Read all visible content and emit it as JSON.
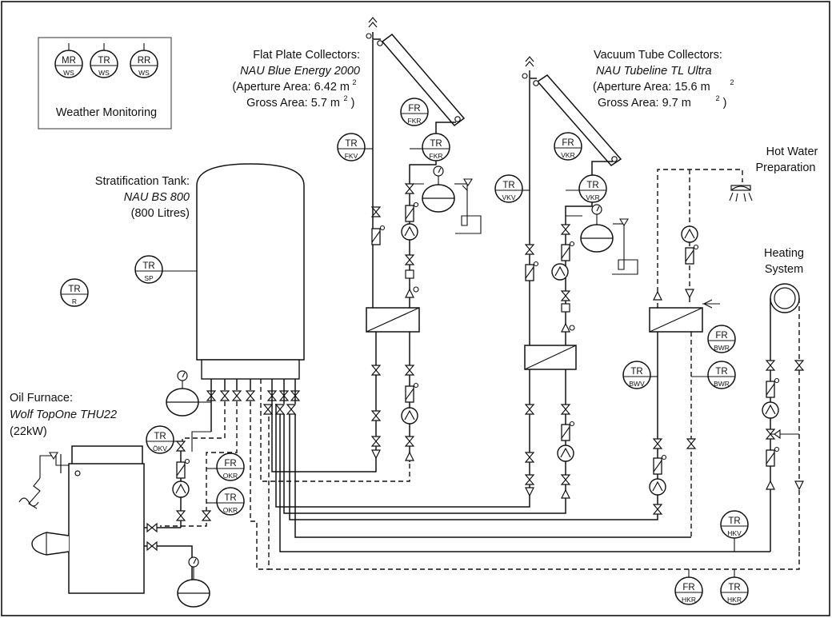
{
  "weather": {
    "title": "Weather Monitoring",
    "sensors": [
      {
        "top": "MR",
        "bottom": "WS"
      },
      {
        "top": "TR",
        "bottom": "WS"
      },
      {
        "top": "RR",
        "bottom": "WS"
      }
    ]
  },
  "flat_plate": {
    "title": "Flat Plate Collectors:",
    "model": "NAU Blue Energy 2000",
    "aperture_label": "(Aperture Area: 6.42 m",
    "aperture_exp": "2",
    "gross_label": "Gross Area: 5.7 m",
    "gross_exp": "2",
    "gross_close": ")"
  },
  "vacuum_tube": {
    "title": "Vacuum Tube Collectors:",
    "model": "NAU Tubeline TL Ultra",
    "aperture_label": "(Aperture Area: 15.6 m",
    "aperture_exp": "2",
    "gross_label": "Gross Area: 9.7 m",
    "gross_exp": "2",
    "gross_close": ")"
  },
  "hot_water": {
    "line1": "Hot Water",
    "line2": "Preparation"
  },
  "heating": {
    "line1": "Heating",
    "line2": "System"
  },
  "tank": {
    "title": "Stratification Tank:",
    "model": "NAU BS 800",
    "capacity": "(800 Litres)"
  },
  "furnace": {
    "title": "Oil Furnace:",
    "model": "Wolf TopOne THU22",
    "power": "(22kW)"
  },
  "sensors": {
    "tr_r": {
      "top": "TR",
      "bottom": "R"
    },
    "tr_sp": {
      "top": "TR",
      "bottom": "SP"
    },
    "tr_fkv": {
      "top": "TR",
      "bottom": "FKV"
    },
    "fr_fkr": {
      "top": "FR",
      "bottom": "FKR"
    },
    "tr_fkr": {
      "top": "TR",
      "bottom": "FKR"
    },
    "tr_vkv": {
      "top": "TR",
      "bottom": "VKV"
    },
    "fr_vkr": {
      "top": "FR",
      "bottom": "VKR"
    },
    "tr_vkr": {
      "top": "TR",
      "bottom": "VKR"
    },
    "fr_bwr": {
      "top": "FR",
      "bottom": "BWR"
    },
    "tr_bwv": {
      "top": "TR",
      "bottom": "BWV"
    },
    "tr_bwr": {
      "top": "TR",
      "bottom": "BWR"
    },
    "tr_okv": {
      "top": "TR",
      "bottom": "ÖKV"
    },
    "fr_okr": {
      "top": "FR",
      "bottom": "OKR"
    },
    "tr_okr": {
      "top": "TR",
      "bottom": "OKR"
    },
    "tr_hkv": {
      "top": "TR",
      "bottom": "HKV"
    },
    "fr_hkr": {
      "top": "FR",
      "bottom": "HKR"
    },
    "tr_hkr": {
      "top": "TR",
      "bottom": "HKR"
    }
  }
}
